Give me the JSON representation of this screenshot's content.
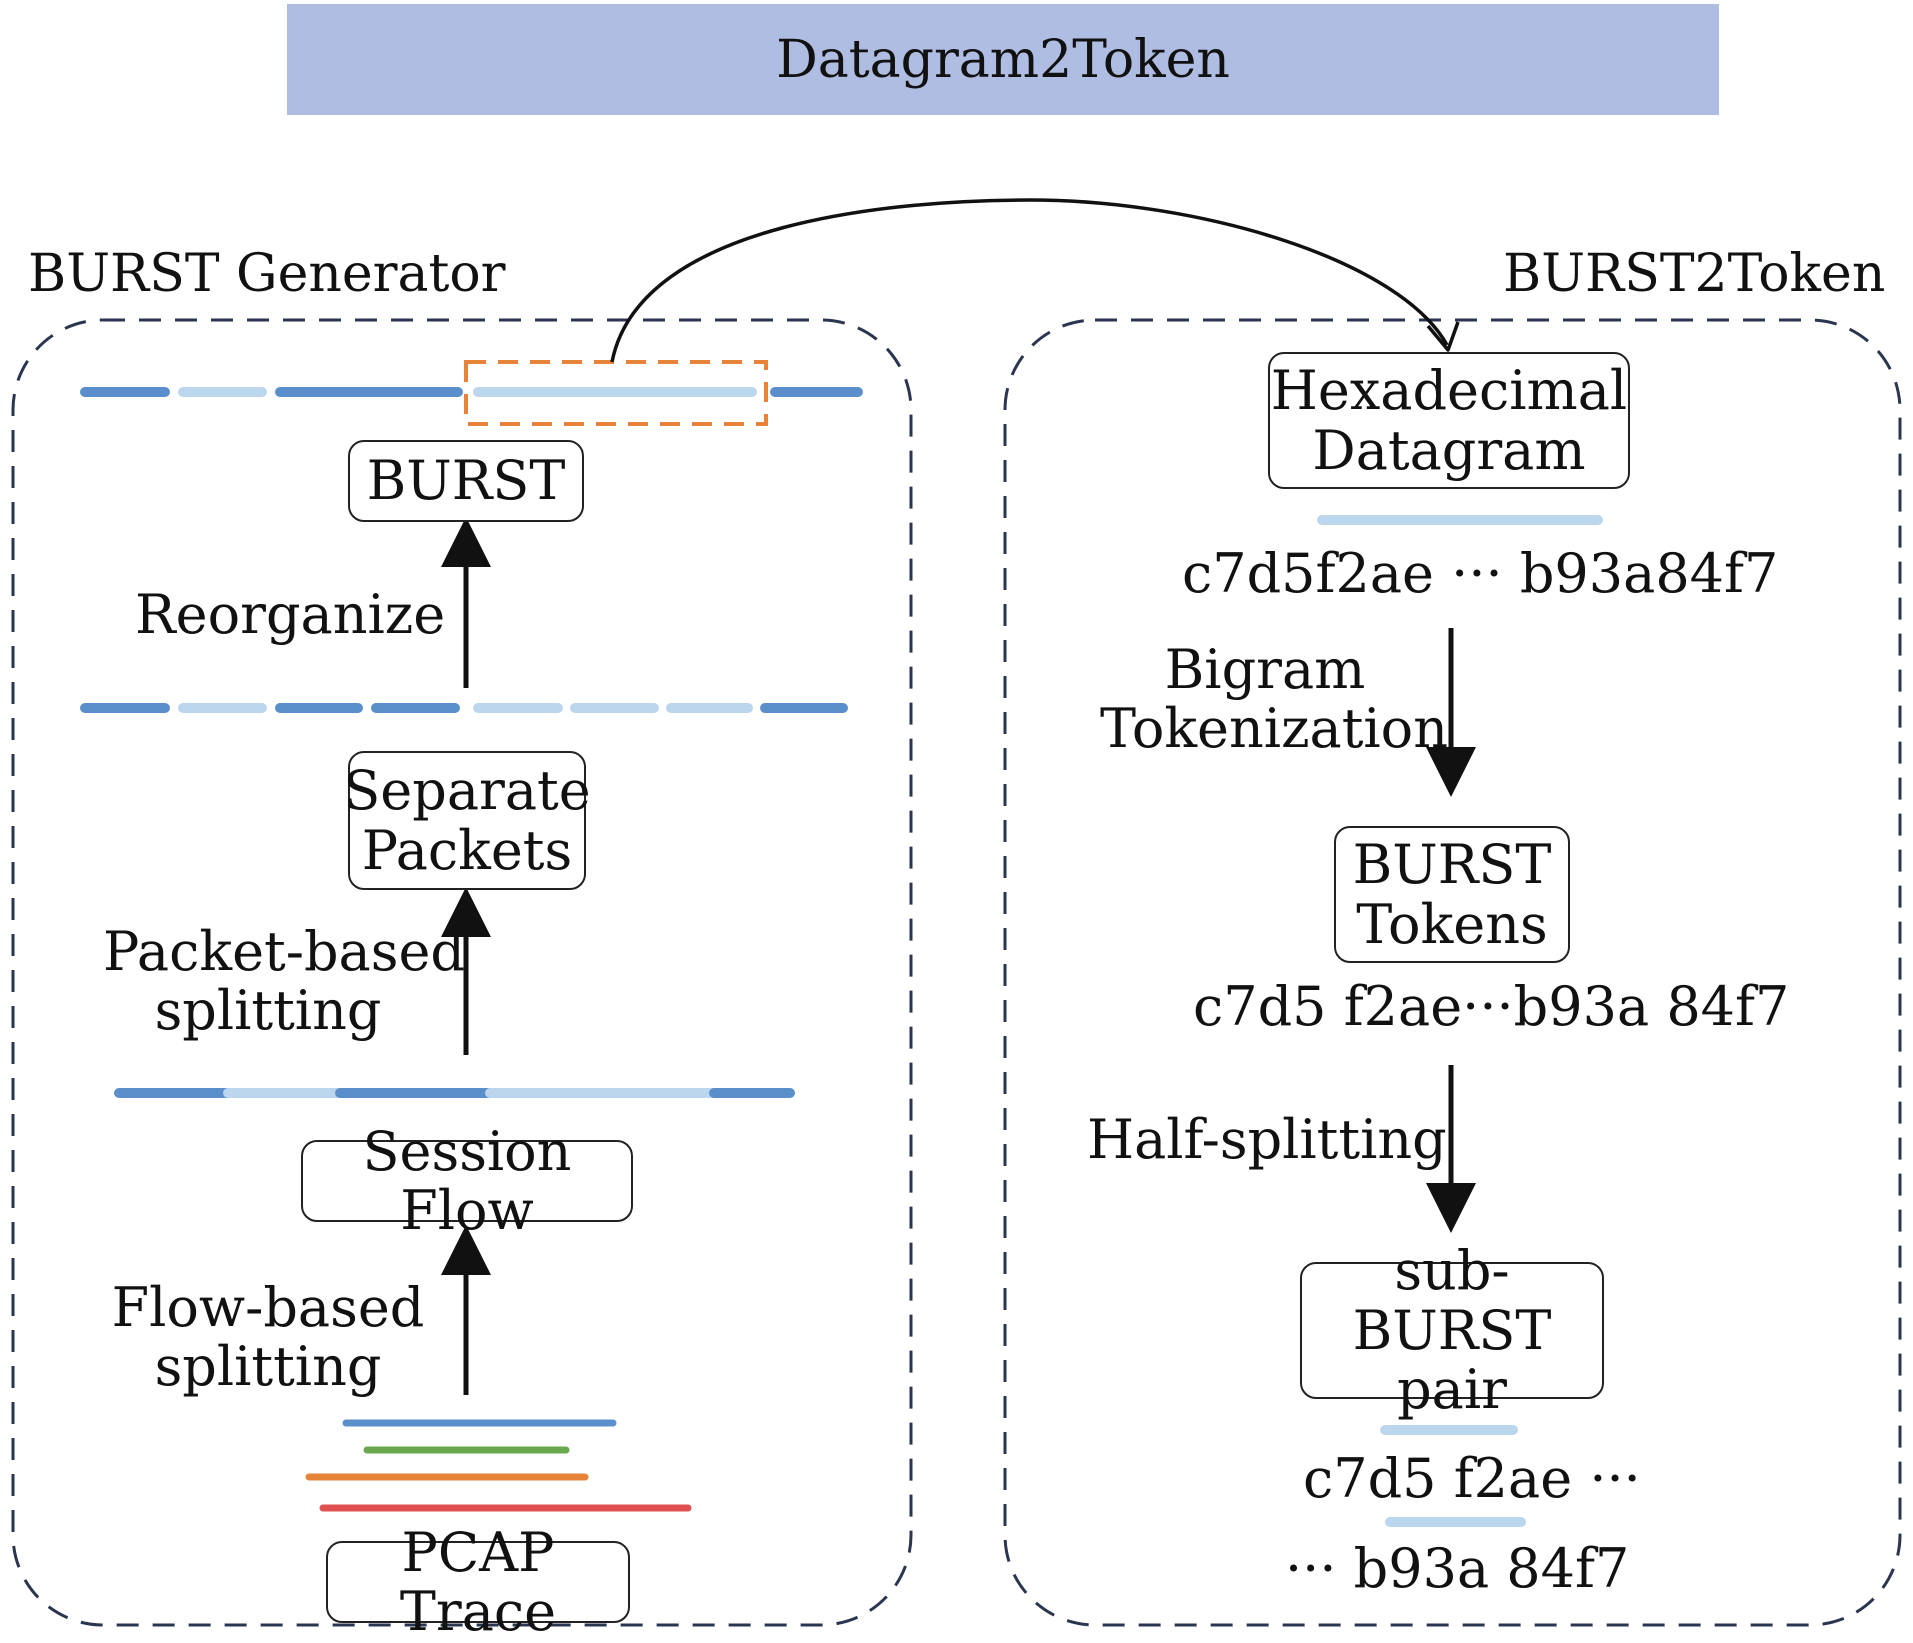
{
  "header": {
    "title": "Datagram2Token"
  },
  "left_panel": {
    "title": "BURST Generator",
    "nodes": {
      "burst": "BURST",
      "separate_packets": [
        "Separate",
        "Packets"
      ],
      "session_flow": "Session Flow",
      "pcap_trace": "PCAP Trace"
    },
    "steps": {
      "reorganize": "Reorganize",
      "packet_based": [
        "Packet-based",
        "splitting"
      ],
      "flow_based": [
        "Flow-based",
        "splitting"
      ]
    }
  },
  "right_panel": {
    "title": "BURST2Token",
    "nodes": {
      "hex_datagram": [
        "Hexadecimal",
        "Datagram"
      ],
      "burst_tokens": [
        "BURST",
        "Tokens"
      ],
      "sub_burst_pair": [
        "sub-BURST",
        "pair"
      ]
    },
    "steps": {
      "bigram": [
        "Bigram",
        "Tokenization"
      ],
      "half_splitting": "Half-splitting"
    },
    "values": {
      "hex_string": "c7d5f2ae ··· b93a84f7",
      "tokens": "c7d5 f2ae···b93a 84f7",
      "sub_first": "c7d5 f2ae ···",
      "sub_second": "··· b93a 84f7"
    }
  },
  "colors": {
    "banner": "#aebde1",
    "packet_dark": "#5a8fcc",
    "packet_light": "#bcd6ee",
    "flow_blue": "#5a8fcc",
    "flow_green": "#6aa84f",
    "flow_orange": "#e8843a",
    "flow_red": "#e05050",
    "highlight": "#e8843a"
  }
}
